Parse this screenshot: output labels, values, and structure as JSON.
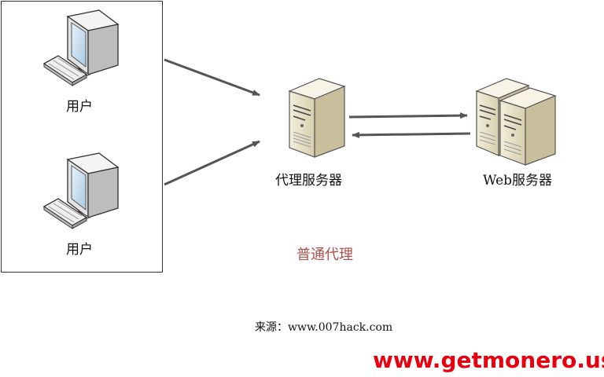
{
  "diagram": {
    "nodes": {
      "user_top": {
        "label": "用户"
      },
      "user_bottom": {
        "label": "用户"
      },
      "proxy_server": {
        "label": "代理服务器"
      },
      "web_server": {
        "label": "Web服务器"
      }
    },
    "title": "普通代理",
    "source": "来源：www.007hack.com"
  },
  "watermark": {
    "text": "www.getmonero.us"
  },
  "colors": {
    "title": "#b0504a",
    "watermark": "#e8000f",
    "arrow": "#555555",
    "server_body": "#e8e1c8",
    "monitor_body": "#ececec",
    "screen": "#cfe3f3"
  }
}
